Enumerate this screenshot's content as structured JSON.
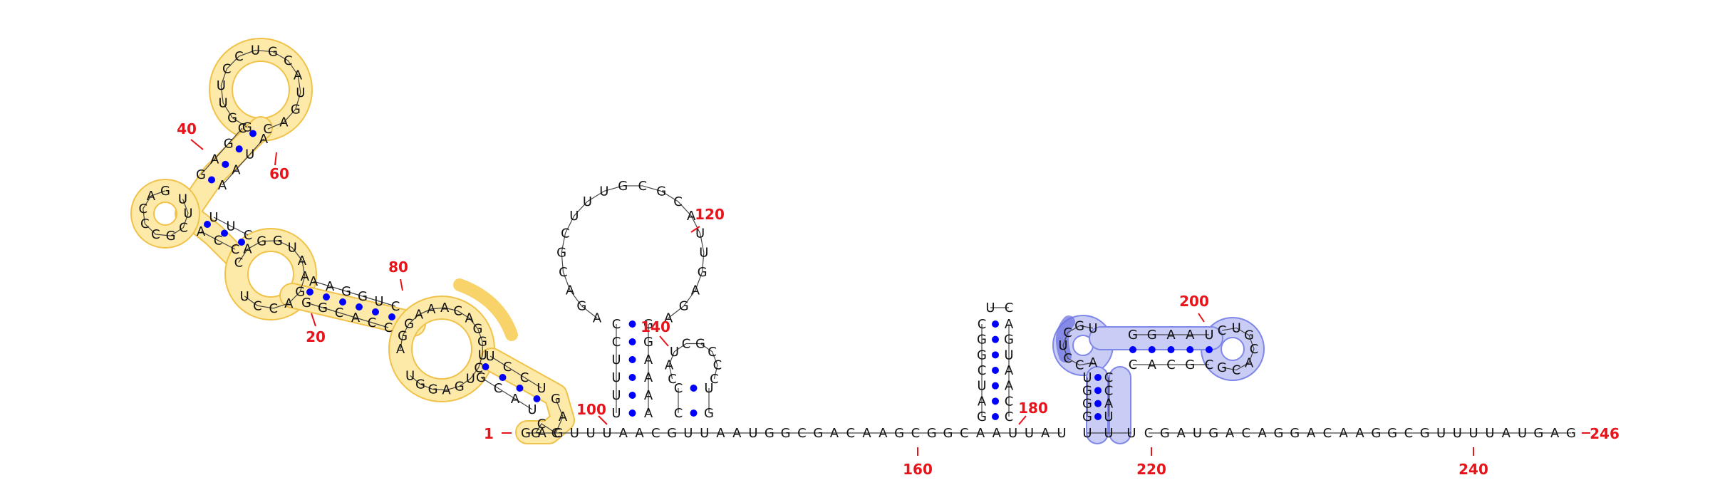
{
  "highlight_colors": {
    "gold": "#fde9a8",
    "gold_edge": "#f0c24a",
    "gold_dark": "#f6c845",
    "blue": "#c9cdf5",
    "blue_edge": "#7f87e8",
    "blue_dark": "#6d73e0"
  },
  "pair_color": "#0000ff",
  "number_color": "#e8141b",
  "number_labels": [
    "1",
    "20",
    "40",
    "60",
    "80",
    "100",
    "120",
    "140",
    "160",
    "180",
    "200",
    "220",
    "240",
    "246"
  ],
  "sequence_bottom": "G A G U U U A A C G U U A A U G G C G A C A A G C G G C A A U U A U C G A U G A C A G G A C A A G G C G U U U U A U",
  "left_domain_sequence": "G G U U C C U G C A U G A C C G A G A U A A U U C G C C C A G A C C U U C C A G G U A A G A C C U A A G G U C G G C A C C A G G A A A C A G G U C U G A",
  "helix_100": "U U U U C C A A A A G G",
  "hairpin_120": "A G A C G C U U U G C G C A U U G",
  "helix_140": "C C G U C A U C G C",
  "helix_180": "G A U C G G C C C A A U",
  "helix_200": "C A C G C G G A A U A C C U C G U C U G",
  "helix_220": "G G G U U A C C C G"
}
